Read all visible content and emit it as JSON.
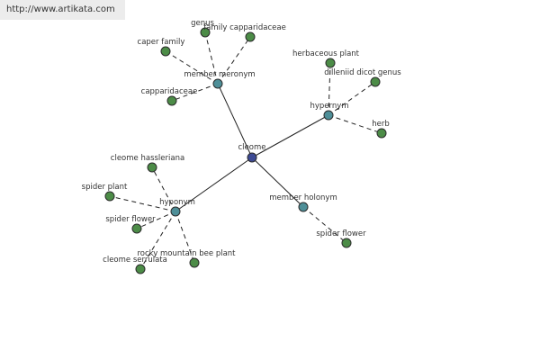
{
  "watermark": "http://www.artikata.com",
  "colors": {
    "center": "#3d4a94",
    "relation": "#4e8f98",
    "leaf": "#4c8c47"
  },
  "nodes": [
    {
      "id": "cleome",
      "label": "cleome",
      "kind": "center"
    },
    {
      "id": "member-meronym",
      "label": "member meronym",
      "kind": "relation"
    },
    {
      "id": "hypernym",
      "label": "hypernym",
      "kind": "relation"
    },
    {
      "id": "hyponym",
      "label": "hyponym",
      "kind": "relation"
    },
    {
      "id": "member-holonym",
      "label": "member holonym",
      "kind": "relation"
    },
    {
      "id": "genus",
      "label": "genus",
      "kind": "leaf"
    },
    {
      "id": "family-capparidaceae",
      "label": "family capparidaceae",
      "kind": "leaf"
    },
    {
      "id": "caper-family",
      "label": "caper family",
      "kind": "leaf"
    },
    {
      "id": "capparidaceae",
      "label": "capparidaceae",
      "kind": "leaf"
    },
    {
      "id": "herbaceous-plant",
      "label": "herbaceous plant",
      "kind": "leaf"
    },
    {
      "id": "dilleniid-dicot-genus",
      "label": "dilleniid dicot genus",
      "kind": "leaf"
    },
    {
      "id": "herb",
      "label": "herb",
      "kind": "leaf"
    },
    {
      "id": "cleome-hassleriana",
      "label": "cleome hassleriana",
      "kind": "leaf"
    },
    {
      "id": "spider-plant",
      "label": "spider plant",
      "kind": "leaf"
    },
    {
      "id": "spider-flower-1",
      "label": "spider flower",
      "kind": "leaf"
    },
    {
      "id": "cleome-serrulata",
      "label": "cleome serrulata",
      "kind": "leaf"
    },
    {
      "id": "rocky-mountain-bee-plant",
      "label": "rocky mountain bee plant",
      "kind": "leaf"
    },
    {
      "id": "spider-flower-2",
      "label": "spider flower",
      "kind": "leaf"
    }
  ],
  "edges": [
    {
      "from": "cleome",
      "to": "member-meronym",
      "style": "solid"
    },
    {
      "from": "cleome",
      "to": "hypernym",
      "style": "solid"
    },
    {
      "from": "cleome",
      "to": "hyponym",
      "style": "solid"
    },
    {
      "from": "cleome",
      "to": "member-holonym",
      "style": "solid"
    },
    {
      "from": "member-meronym",
      "to": "genus",
      "style": "dashed"
    },
    {
      "from": "member-meronym",
      "to": "family-capparidaceae",
      "style": "dashed"
    },
    {
      "from": "member-meronym",
      "to": "caper-family",
      "style": "dashed"
    },
    {
      "from": "member-meronym",
      "to": "capparidaceae",
      "style": "dashed"
    },
    {
      "from": "hypernym",
      "to": "herbaceous-plant",
      "style": "dashed"
    },
    {
      "from": "hypernym",
      "to": "dilleniid-dicot-genus",
      "style": "dashed"
    },
    {
      "from": "hypernym",
      "to": "herb",
      "style": "dashed"
    },
    {
      "from": "hyponym",
      "to": "cleome-hassleriana",
      "style": "dashed"
    },
    {
      "from": "hyponym",
      "to": "spider-plant",
      "style": "dashed"
    },
    {
      "from": "hyponym",
      "to": "spider-flower-1",
      "style": "dashed"
    },
    {
      "from": "hyponym",
      "to": "cleome-serrulata",
      "style": "dashed"
    },
    {
      "from": "hyponym",
      "to": "rocky-mountain-bee-plant",
      "style": "dashed"
    },
    {
      "from": "member-holonym",
      "to": "spider-flower-2",
      "style": "dashed"
    }
  ]
}
